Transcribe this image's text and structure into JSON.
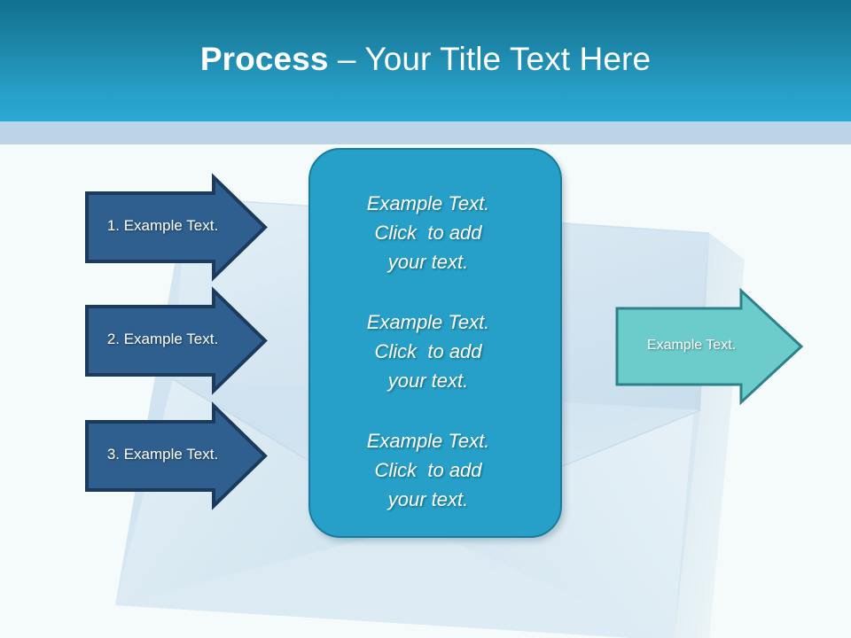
{
  "slide": {
    "title_bold": "Process",
    "title_dash": " – ",
    "title_regular": "Your Title Text Here"
  },
  "theme": {
    "header_top": "#12718f",
    "header_bottom": "#2aa8d4",
    "header_subband": "#bbd5e7",
    "canvas_bg": "#f5fbfb",
    "step_arrow_fill": "#2f5f8e",
    "step_arrow_stroke": "#1b3a5c",
    "panel_fill": "#26a0c8",
    "panel_stroke": "#1a7c9d",
    "result_arrow_fill": "#6ccccb",
    "result_arrow_stroke": "#2d8189",
    "watermark_fill": "#ccdfec"
  },
  "steps": [
    {
      "label": "1. Example Text."
    },
    {
      "label": "2. Example Text."
    },
    {
      "label": "3. Example Text."
    }
  ],
  "panel": {
    "blocks": [
      "Example Text.\nClick  to add\nyour text.",
      "Example Text.\nClick  to add\nyour text.",
      "Example Text.\nClick  to add\nyour text."
    ]
  },
  "result": {
    "label": "Example Text."
  }
}
